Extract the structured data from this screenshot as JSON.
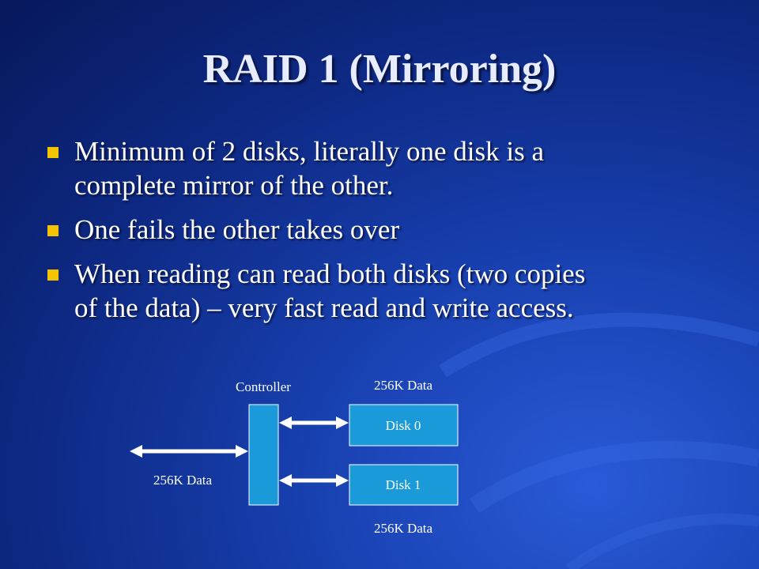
{
  "title": "RAID 1 (Mirroring)",
  "bullets": [
    {
      "text_lines": [
        "Minimum of 2 disks, literally one disk is a",
        "complete mirror of the other."
      ]
    },
    {
      "text_lines": [
        "One fails the other takes over"
      ]
    },
    {
      "text_lines": [
        "When reading can read both disks (two copies",
        "of the data) – very fast read and write access."
      ]
    }
  ],
  "diagram": {
    "controller_label": "Controller",
    "host_data_label": "256K Data",
    "disk0": {
      "label": "Disk 0",
      "data_label": "256K Data"
    },
    "disk1": {
      "label": "Disk 1",
      "data_label": "256K Data"
    }
  },
  "colors": {
    "box_fill": "#1a9ad8",
    "box_border": "#ffffff",
    "bullet": "#f5c400",
    "title": "#e8ecff"
  }
}
